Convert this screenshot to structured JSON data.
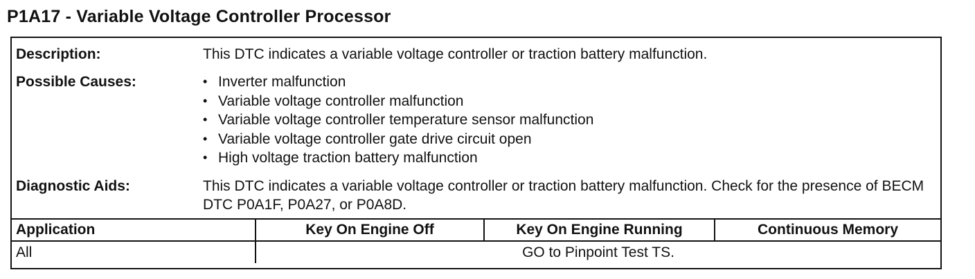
{
  "document": {
    "title": "P1A17 - Variable Voltage Controller Processor",
    "description": {
      "label": "Description:",
      "text": "This DTC indicates a variable voltage controller or traction battery malfunction."
    },
    "possible_causes": {
      "label": "Possible Causes:",
      "items": [
        "Inverter malfunction",
        "Variable voltage controller malfunction",
        "Variable voltage controller temperature sensor malfunction",
        "Variable voltage controller gate drive circuit open",
        "High voltage traction battery malfunction"
      ]
    },
    "diagnostic_aids": {
      "label": "Diagnostic Aids:",
      "text": "This DTC indicates a variable voltage controller or traction battery malfunction. Check for the presence of BECM DTC P0A1F, P0A27, or P0A8D."
    },
    "application_table": {
      "headers": [
        "Application",
        "Key On Engine Off",
        "Key On Engine Running",
        "Continuous Memory"
      ],
      "rows": [
        {
          "application": "All",
          "action": "GO to Pinpoint Test TS."
        }
      ]
    }
  }
}
